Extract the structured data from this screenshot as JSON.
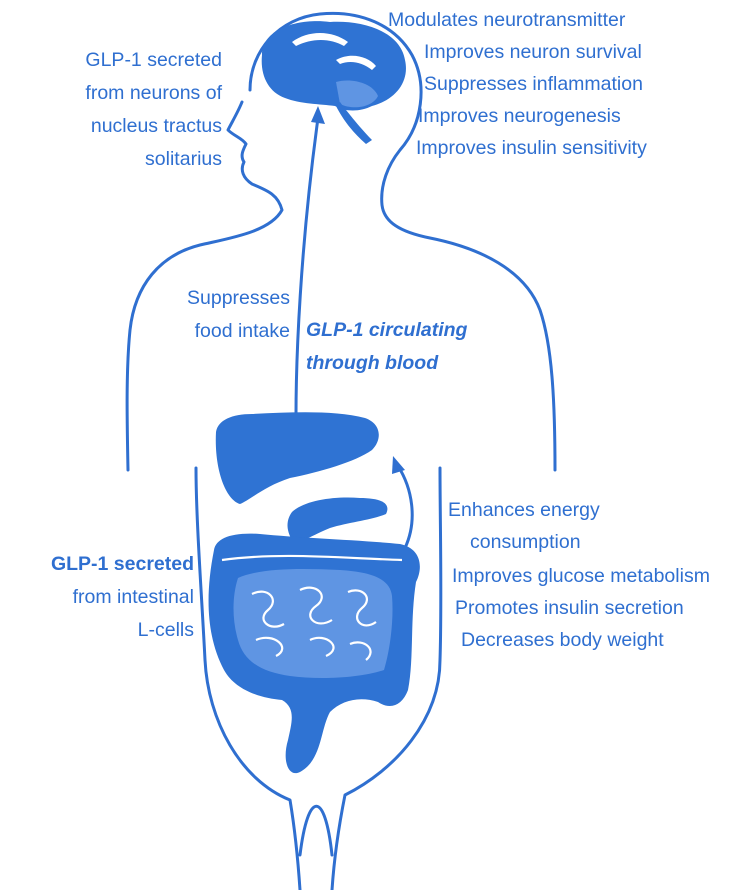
{
  "colors": {
    "outline": "#2f6fd0",
    "organ_dark": "#2f73d3",
    "organ_light": "#5f95e3",
    "text": "#2f6fd0"
  },
  "brain_effects": [
    "Modulates neurotransmitter",
    "Improves neuron survival",
    "Suppresses inflammation",
    "Improves neurogenesis",
    "Improves insulin sensitivity"
  ],
  "brain_source": [
    "GLP-1 secreted",
    "from neurons of",
    "nucleus tractus",
    "solitarius"
  ],
  "appetite": [
    "Suppresses",
    "food intake"
  ],
  "circulation": [
    "GLP-1 circulating",
    "through blood"
  ],
  "gut_source": {
    "title": "GLP-1 secreted",
    "lines": [
      "from intestinal",
      "L-cells"
    ]
  },
  "metabolic_effects": [
    "Enhances energy",
    "consumption",
    "Improves glucose metabolism",
    "Promotes insulin secretion",
    "Decreases body weight"
  ],
  "icons": [
    "human-body-outline-icon",
    "brain-icon",
    "liver-icon",
    "pancreas-icon",
    "intestine-icon",
    "upward-arrow-icon"
  ]
}
